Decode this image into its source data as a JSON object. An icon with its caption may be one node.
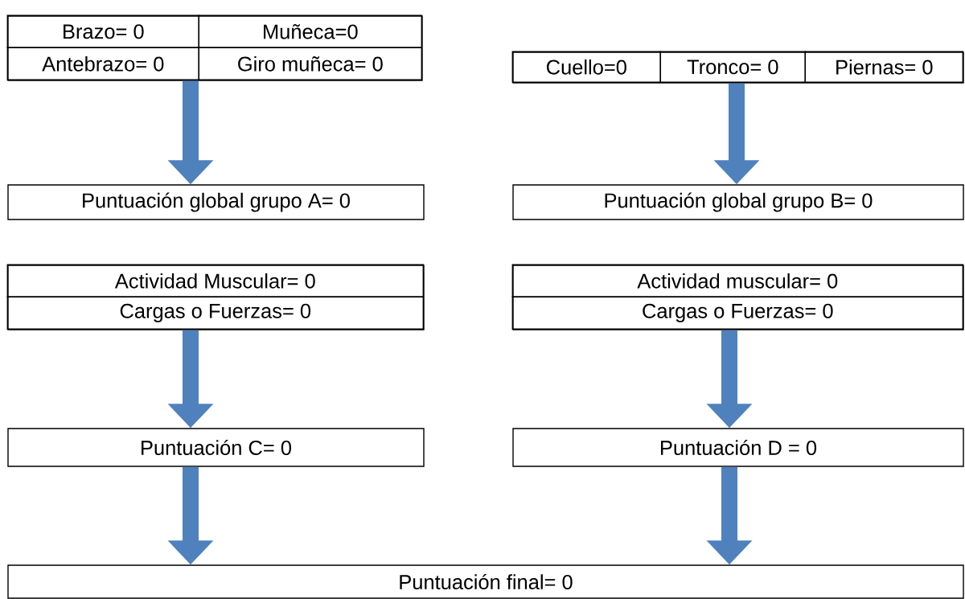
{
  "diagram": {
    "nodes": [
      {
        "text": [],
        "shape": "box"
      },
      {
        "text": [
          "Brazo= 0"
        ],
        "in": 0
      },
      {
        "text": [
          "Muñeca=0"
        ],
        "in": 0
      },
      {
        "text": [
          "Antebrazo= 0"
        ],
        "in": 0
      },
      {
        "text": [
          "Giro muñeca= 0"
        ],
        "in": 0
      },
      {
        "text": [],
        "shape": "box"
      },
      {
        "text": [
          "Cuello=0"
        ],
        "in": 5
      },
      {
        "text": [
          "Tronco= 0"
        ],
        "in": 5
      },
      {
        "text": [
          "Piernas= 0"
        ],
        "in": 5
      },
      {
        "text": [
          "Puntuación global grupo A= 0"
        ]
      },
      {
        "text": [
          "Puntuación global grupo B= 0"
        ]
      },
      {
        "text": [],
        "shape": "box"
      },
      {
        "text": [
          "Actividad Muscular= 0"
        ],
        "in": 11
      },
      {
        "text": [
          "Cargas o Fuerzas=  0"
        ],
        "in": 11
      },
      {
        "text": [],
        "shape": "box"
      },
      {
        "text": [
          "Actividad muscular= 0"
        ],
        "in": 14
      },
      {
        "text": [
          "Cargas o Fuerzas= 0"
        ],
        "in": 14
      },
      {
        "text": [
          "Puntuación C= 0"
        ]
      },
      {
        "text": [
          "Puntuación D = 0"
        ]
      },
      {
        "text": [
          "Puntuación final= 0"
        ]
      }
    ],
    "edges": [
      {
        "from": 0,
        "to": 9,
        "arrow": "to"
      },
      {
        "from": 5,
        "to": 10,
        "arrow": "to"
      },
      {
        "from": 11,
        "to": 17,
        "arrow": "to"
      },
      {
        "from": 14,
        "to": 18,
        "arrow": "to"
      },
      {
        "from": 17,
        "to": 19,
        "arrow": "to"
      },
      {
        "from": 18,
        "to": 19,
        "arrow": "to"
      }
    ]
  }
}
